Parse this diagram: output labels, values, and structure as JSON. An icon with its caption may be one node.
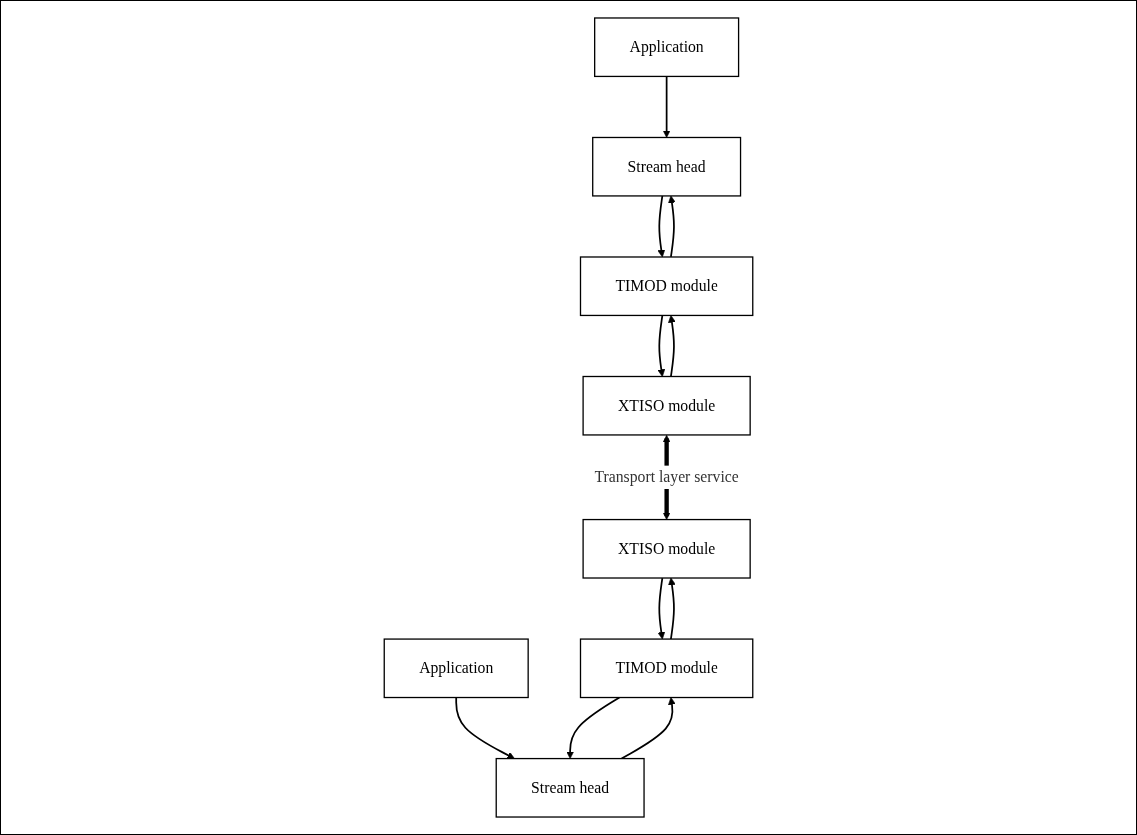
{
  "diagram": {
    "nodes": [
      {
        "text": [
          "Application"
        ]
      },
      {
        "text": [
          "Stream head"
        ]
      },
      {
        "text": [
          "TIMOD module"
        ]
      },
      {
        "text": [
          "XTISO module"
        ]
      },
      {
        "text": [
          "Application"
        ]
      },
      {
        "text": [
          "Stream head"
        ]
      },
      {
        "text": [
          "TIMOD module"
        ]
      },
      {
        "text": [
          "XTISO module"
        ]
      }
    ],
    "edges": [
      {
        "from": 0,
        "to": 1,
        "arrow": "to"
      },
      {
        "from": 1,
        "to": 2,
        "arrow": "to"
      },
      {
        "from": 2,
        "to": 1,
        "arrow": "to"
      },
      {
        "from": 2,
        "to": 3,
        "arrow": "to"
      },
      {
        "from": 3,
        "to": 2,
        "arrow": "to"
      },
      {
        "from": 4,
        "to": 5,
        "arrow": "to"
      },
      {
        "from": 5,
        "to": 6,
        "arrow": "to"
      },
      {
        "from": 6,
        "to": 5,
        "arrow": "to"
      },
      {
        "from": 6,
        "to": 7,
        "arrow": "to"
      },
      {
        "from": 7,
        "to": 6,
        "arrow": "to"
      },
      {
        "from": 3,
        "to": 7,
        "arrow": "both",
        "label": "Transport layer service",
        "style": "thick"
      }
    ]
  }
}
